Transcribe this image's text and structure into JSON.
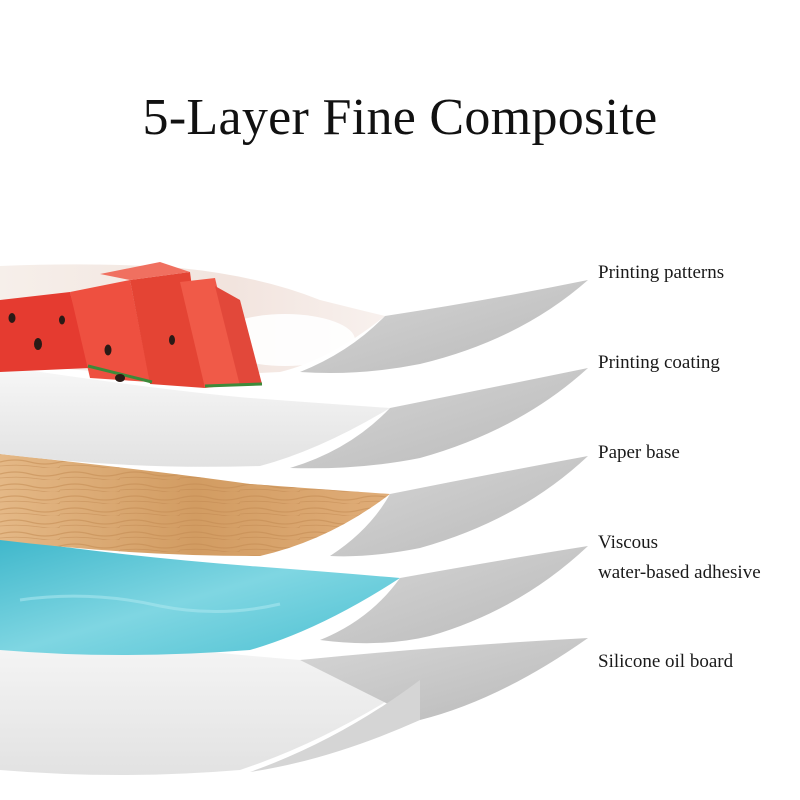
{
  "title": "5-Layer Fine Composite",
  "layers": [
    {
      "id": "printing-patterns",
      "label": "Printing patterns"
    },
    {
      "id": "printing-coating",
      "label": "Printing coating"
    },
    {
      "id": "paper-base",
      "label": "Paper base"
    },
    {
      "id": "adhesive",
      "label_line1": "Viscous",
      "label_line2": "water-based adhesive"
    },
    {
      "id": "silicone-oil-board",
      "label": "Silicone oil board"
    }
  ],
  "colors": {
    "layer_top": "#ececec",
    "layer_side": "#c8c8c8",
    "watermelon": "#e8463a",
    "wood": "#d9a56e",
    "adhesive": "#5fc6d6"
  }
}
